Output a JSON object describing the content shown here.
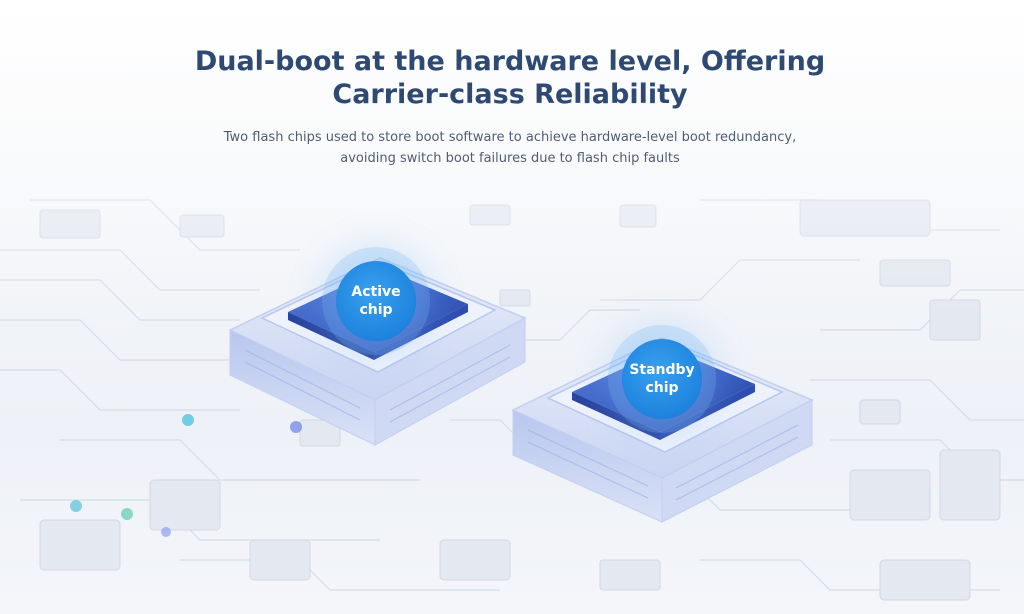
{
  "header": {
    "title": "Dual-boot at the hardware level, Offering\nCarrier-class Reliability",
    "subtitle": "Two flash chips used to store boot software to achieve hardware-level boot redundancy,\navoiding switch boot failures due to flash chip faults"
  },
  "chips": {
    "active_label": "Active\nchip",
    "standby_label": "Standby\nchip"
  },
  "colors": {
    "title": "#2f4a72",
    "subtitle": "#4f5d72",
    "badge": "#1e84de",
    "chip_die": "#3a5fc4"
  }
}
